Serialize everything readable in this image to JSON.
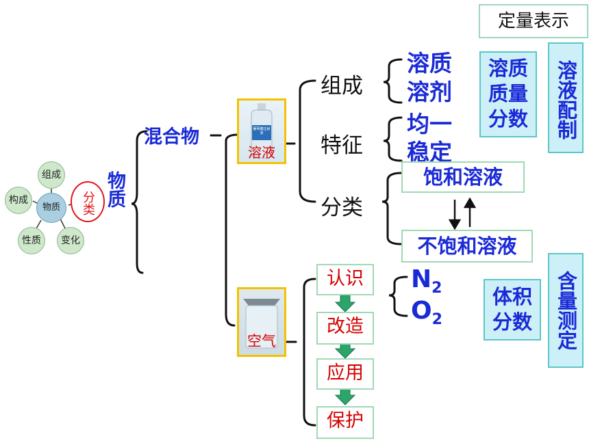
{
  "top_label": "定量表示",
  "mind_map": {
    "center": "物质",
    "nodes": [
      "组成",
      "构成",
      "性质",
      "变化"
    ],
    "highlight": "分类"
  },
  "matter_label": "物质",
  "mixture_label": "混合物",
  "solution": {
    "photo_label": "溶液",
    "bottle_text": "葡萄糖注射液",
    "composition": {
      "label": "组成",
      "items": [
        "溶质",
        "溶剂"
      ]
    },
    "feature": {
      "label": "特征",
      "items": [
        "均一",
        "稳定"
      ]
    },
    "classification": {
      "label": "分类",
      "items": [
        "饱和溶液",
        "不饱和溶液"
      ]
    },
    "quantity_box": "溶质质量分数",
    "prep_box": "溶液配制"
  },
  "air": {
    "photo_label": "空气",
    "steps": [
      "认识",
      "改造",
      "应用",
      "保护"
    ],
    "n2_main": "N",
    "n2_sub": "2",
    "o2_main": "O",
    "o2_sub": "2",
    "volume_box": "体积分数",
    "measure_box": "含量测定"
  }
}
